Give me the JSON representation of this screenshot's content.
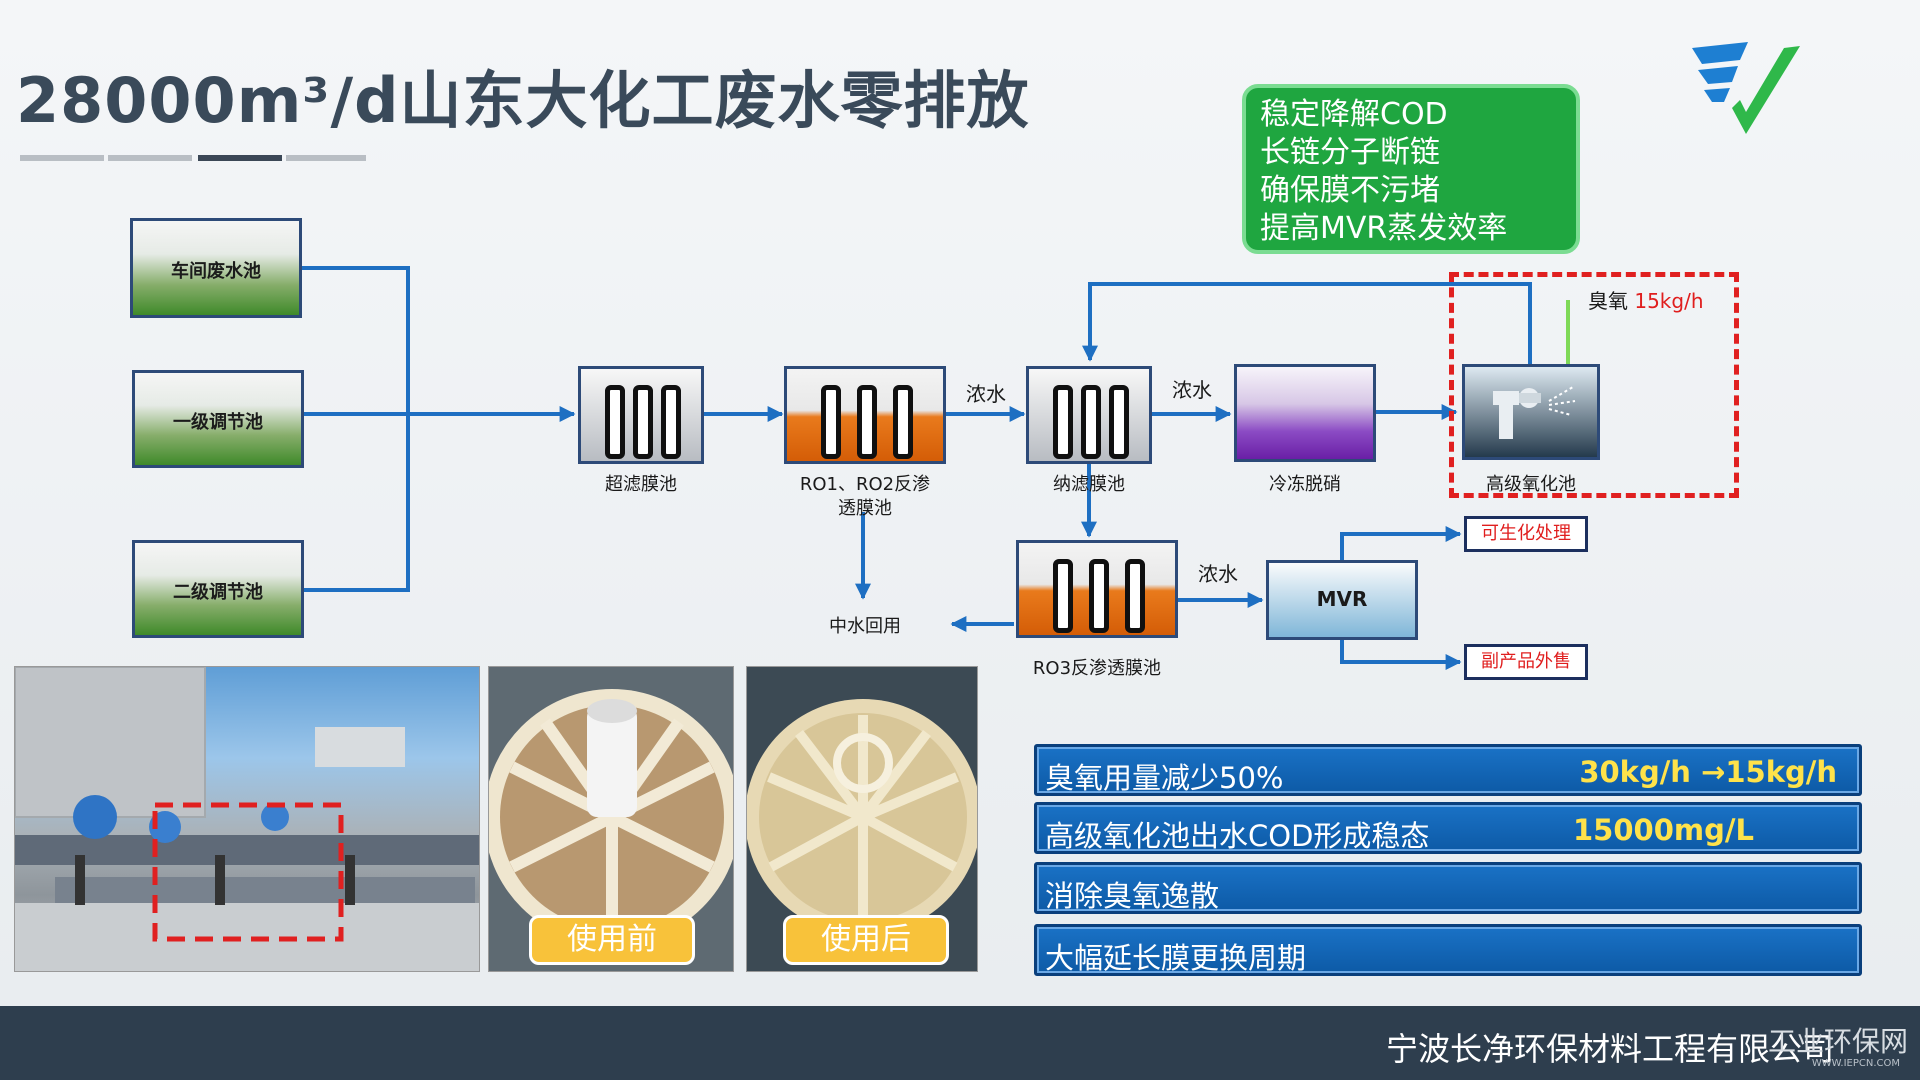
{
  "title": "28000m³/d山东大化工废水零排放",
  "green_box": [
    "稳定降解COD",
    "长链分子断链",
    "确保膜不污堵",
    "提高MVR蒸发效率"
  ],
  "tanks": [
    "车间废水池",
    "一级调节池",
    "二级调节池"
  ],
  "units": {
    "uf": "超滤膜池",
    "ro12_line1": "RO1、RO2反渗",
    "ro12_line2": "透膜池",
    "nf": "纳滤膜池",
    "freeze": "冷冻脱硝",
    "oxidation": "高级氧化池",
    "ro3": "RO3反渗透膜池",
    "mvr": "MVR",
    "reuse": "中水回用",
    "biochem": "可生化处理",
    "byproduct": "副产品外售"
  },
  "flow_labels": {
    "concentrate": "浓水"
  },
  "ozone": {
    "label": "臭氧",
    "value": "15kg/h"
  },
  "photo_badges": {
    "before": "使用前",
    "after": "使用后"
  },
  "results": [
    {
      "label": "臭氧用量减少50%",
      "value": "30kg/h →15kg/h"
    },
    {
      "label": "高级氧化池出水COD形成稳态",
      "value": "15000mg/L"
    },
    {
      "label": "消除臭氧逸散",
      "value": ""
    },
    {
      "label": "大幅延长膜更换周期",
      "value": ""
    }
  ],
  "footer": {
    "company": "宁波长净环保材料工程有限公司",
    "watermark": "工业环保网",
    "url": "WWW.IEPCN.COM"
  },
  "colors": {
    "flow_blue": "#1e6fc2",
    "ozone_green": "#7ed957",
    "alert_red": "#e02020",
    "footer": "#2e3e4e"
  }
}
